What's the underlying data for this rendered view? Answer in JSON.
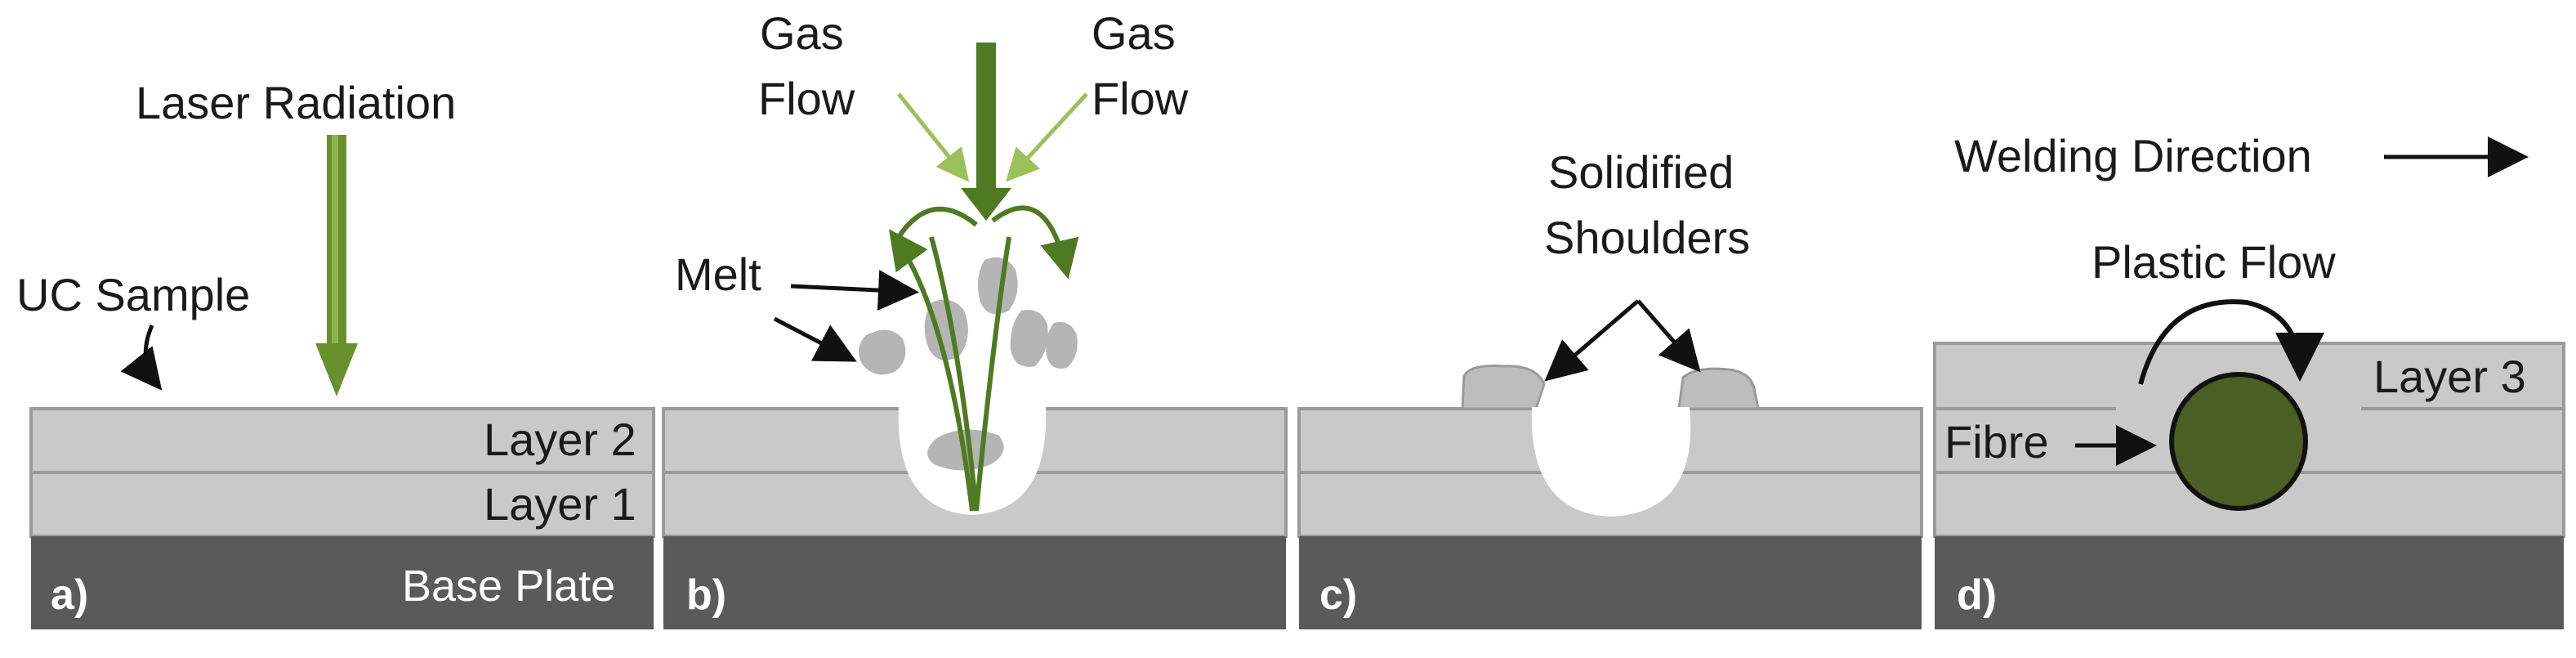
{
  "panels": {
    "a": {
      "label": "a)",
      "laser_radiation": "Laser Radiation",
      "uc_sample": "UC Sample",
      "layer2": "Layer 2",
      "layer1": "Layer 1",
      "base_plate": "Base Plate"
    },
    "b": {
      "label": "b)",
      "gas_flow_left_1": "Gas",
      "gas_flow_left_2": "Flow",
      "gas_flow_right_1": "Gas",
      "gas_flow_right_2": "Flow",
      "melt": "Melt"
    },
    "c": {
      "label": "c)",
      "solidified_1": "Solidified",
      "solidified_2": "Shoulders"
    },
    "d": {
      "label": "d)",
      "welding_direction": "Welding Direction",
      "plastic_flow": "Plastic Flow",
      "layer3": "Layer 3",
      "fibre": "Fibre"
    }
  },
  "colors": {
    "layer_fill": "#c9c9c9",
    "layer_line": "#9a9a9a",
    "base_plate": "#5a5a5a",
    "laser_green": "#6a8f2f",
    "laser_green_light": "#9cc05a",
    "fibre_fill": "#4b5e23",
    "melt_gray": "#b5b5b5"
  }
}
